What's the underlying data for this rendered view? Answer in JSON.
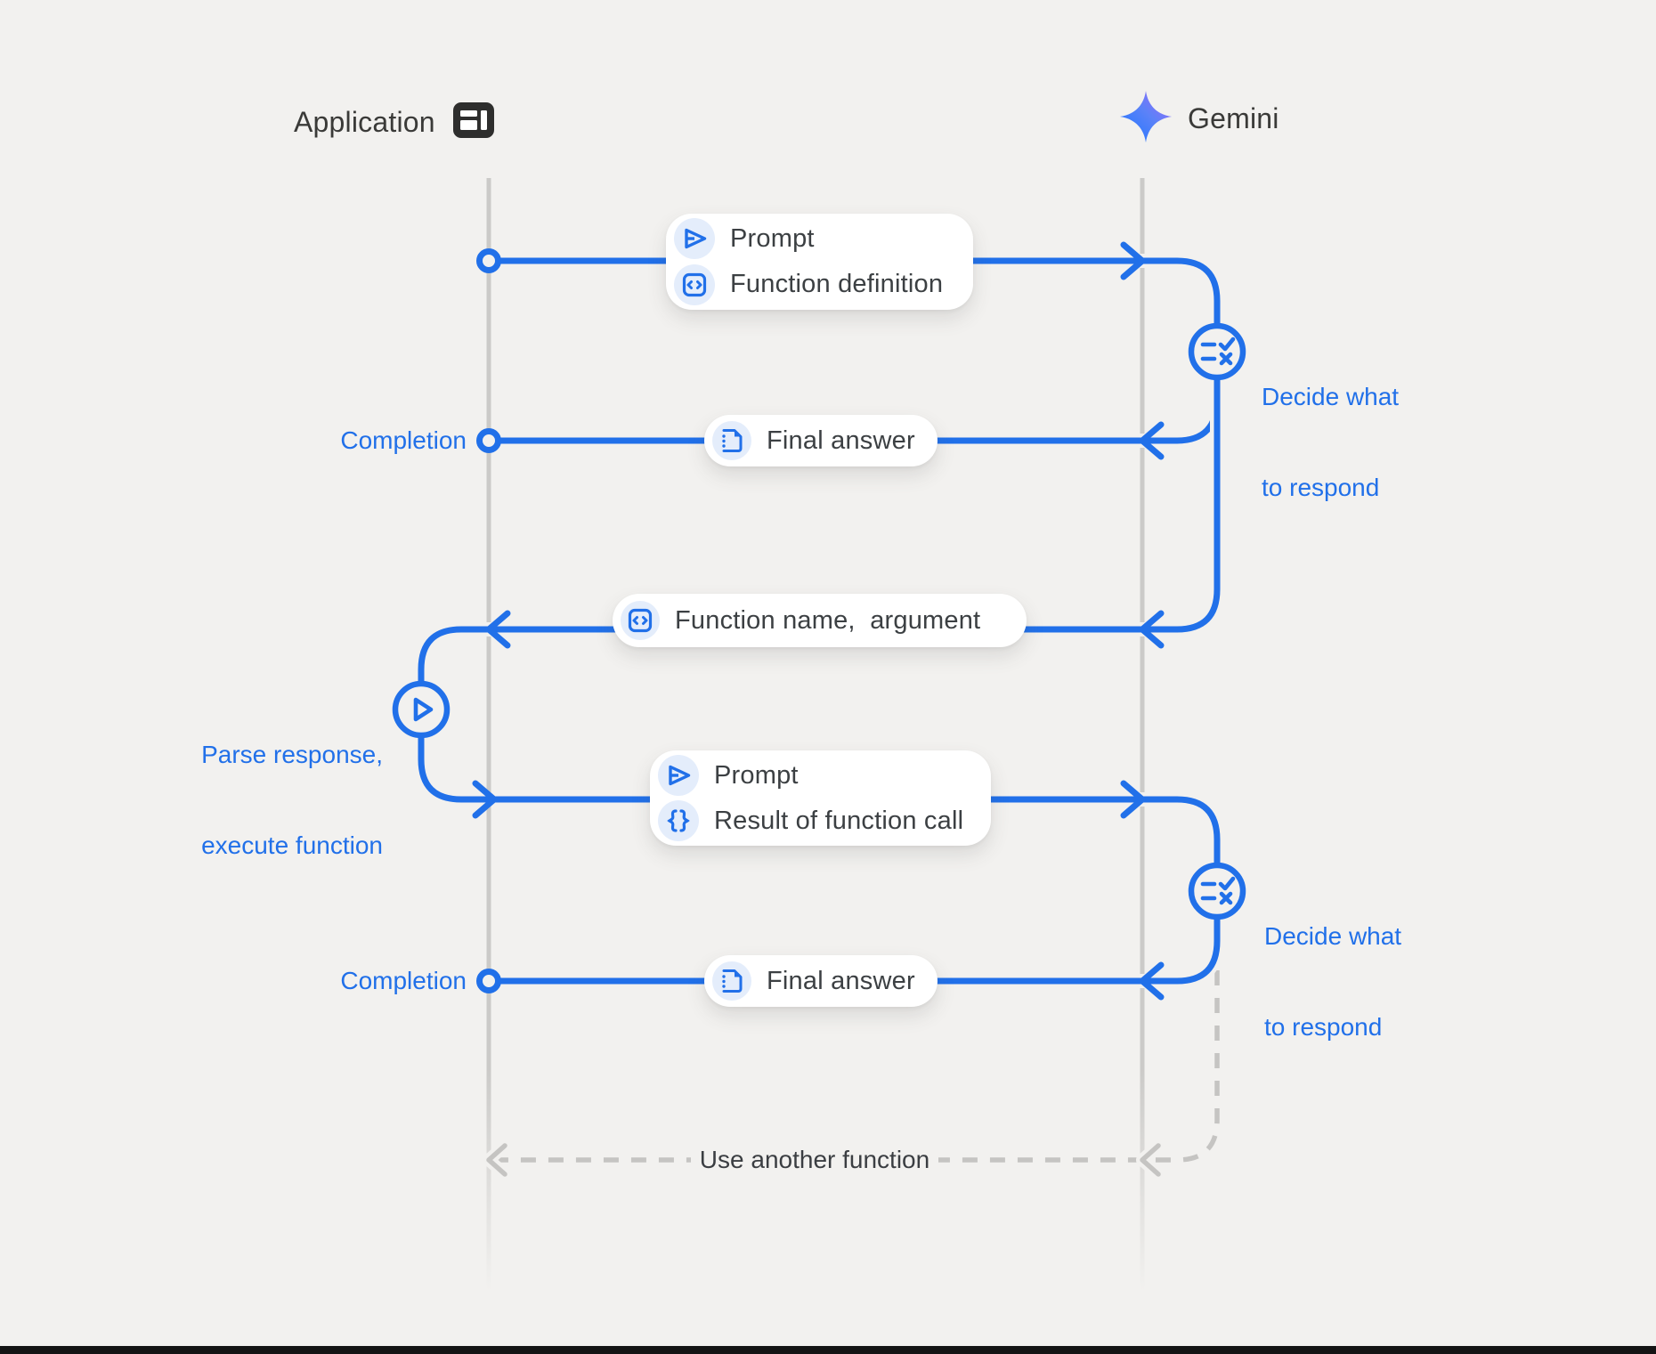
{
  "diagram_title": "Gemini function calling sequence",
  "colors": {
    "background": "#f2f1ef",
    "accent_blue": "#2170e9",
    "chip_background": "#e4edfb",
    "text_dark": "#3c4043",
    "lifeline_gray": "#cbcac8",
    "dash_gray": "#c5c4c2",
    "pill_background": "#ffffff",
    "app_icon_dark": "#2e2e2d",
    "gemini_gradient_start": "#2176ff",
    "gemini_gradient_end": "#9a6bfa"
  },
  "actors": {
    "application": {
      "label": "Application",
      "icon": "app-window-icon"
    },
    "gemini": {
      "label": "Gemini",
      "icon": "gemini-sparkle-icon"
    }
  },
  "messages": [
    {
      "id": "prompt-and-function-definition",
      "direction": "application-to-gemini",
      "rows": [
        {
          "icon": "send-icon",
          "label": "Prompt"
        },
        {
          "icon": "code-square-icon",
          "label": "Function definition"
        }
      ]
    },
    {
      "id": "final-answer-1",
      "direction": "gemini-to-application",
      "rows": [
        {
          "icon": "document-icon",
          "label": "Final answer"
        }
      ]
    },
    {
      "id": "function-name-argument",
      "direction": "gemini-to-application",
      "rows": [
        {
          "icon": "code-square-icon",
          "label": "Function name,  argument"
        }
      ]
    },
    {
      "id": "prompt-and-result",
      "direction": "application-to-gemini",
      "rows": [
        {
          "icon": "send-icon",
          "label": "Prompt"
        },
        {
          "icon": "braces-icon",
          "label": "Result of function call"
        }
      ]
    },
    {
      "id": "final-answer-2",
      "direction": "gemini-to-application",
      "rows": [
        {
          "icon": "document-icon",
          "label": "Final answer"
        }
      ]
    }
  ],
  "annotations": {
    "completion_1": "Completion",
    "completion_2": "Completion",
    "decide_1": {
      "line1": "Decide what",
      "line2": "to respond"
    },
    "decide_2": {
      "line1": "Decide what",
      "line2": "to respond"
    },
    "parse": {
      "line1": "Parse response,",
      "line2": "execute function"
    },
    "use_another_function": "Use another function"
  }
}
